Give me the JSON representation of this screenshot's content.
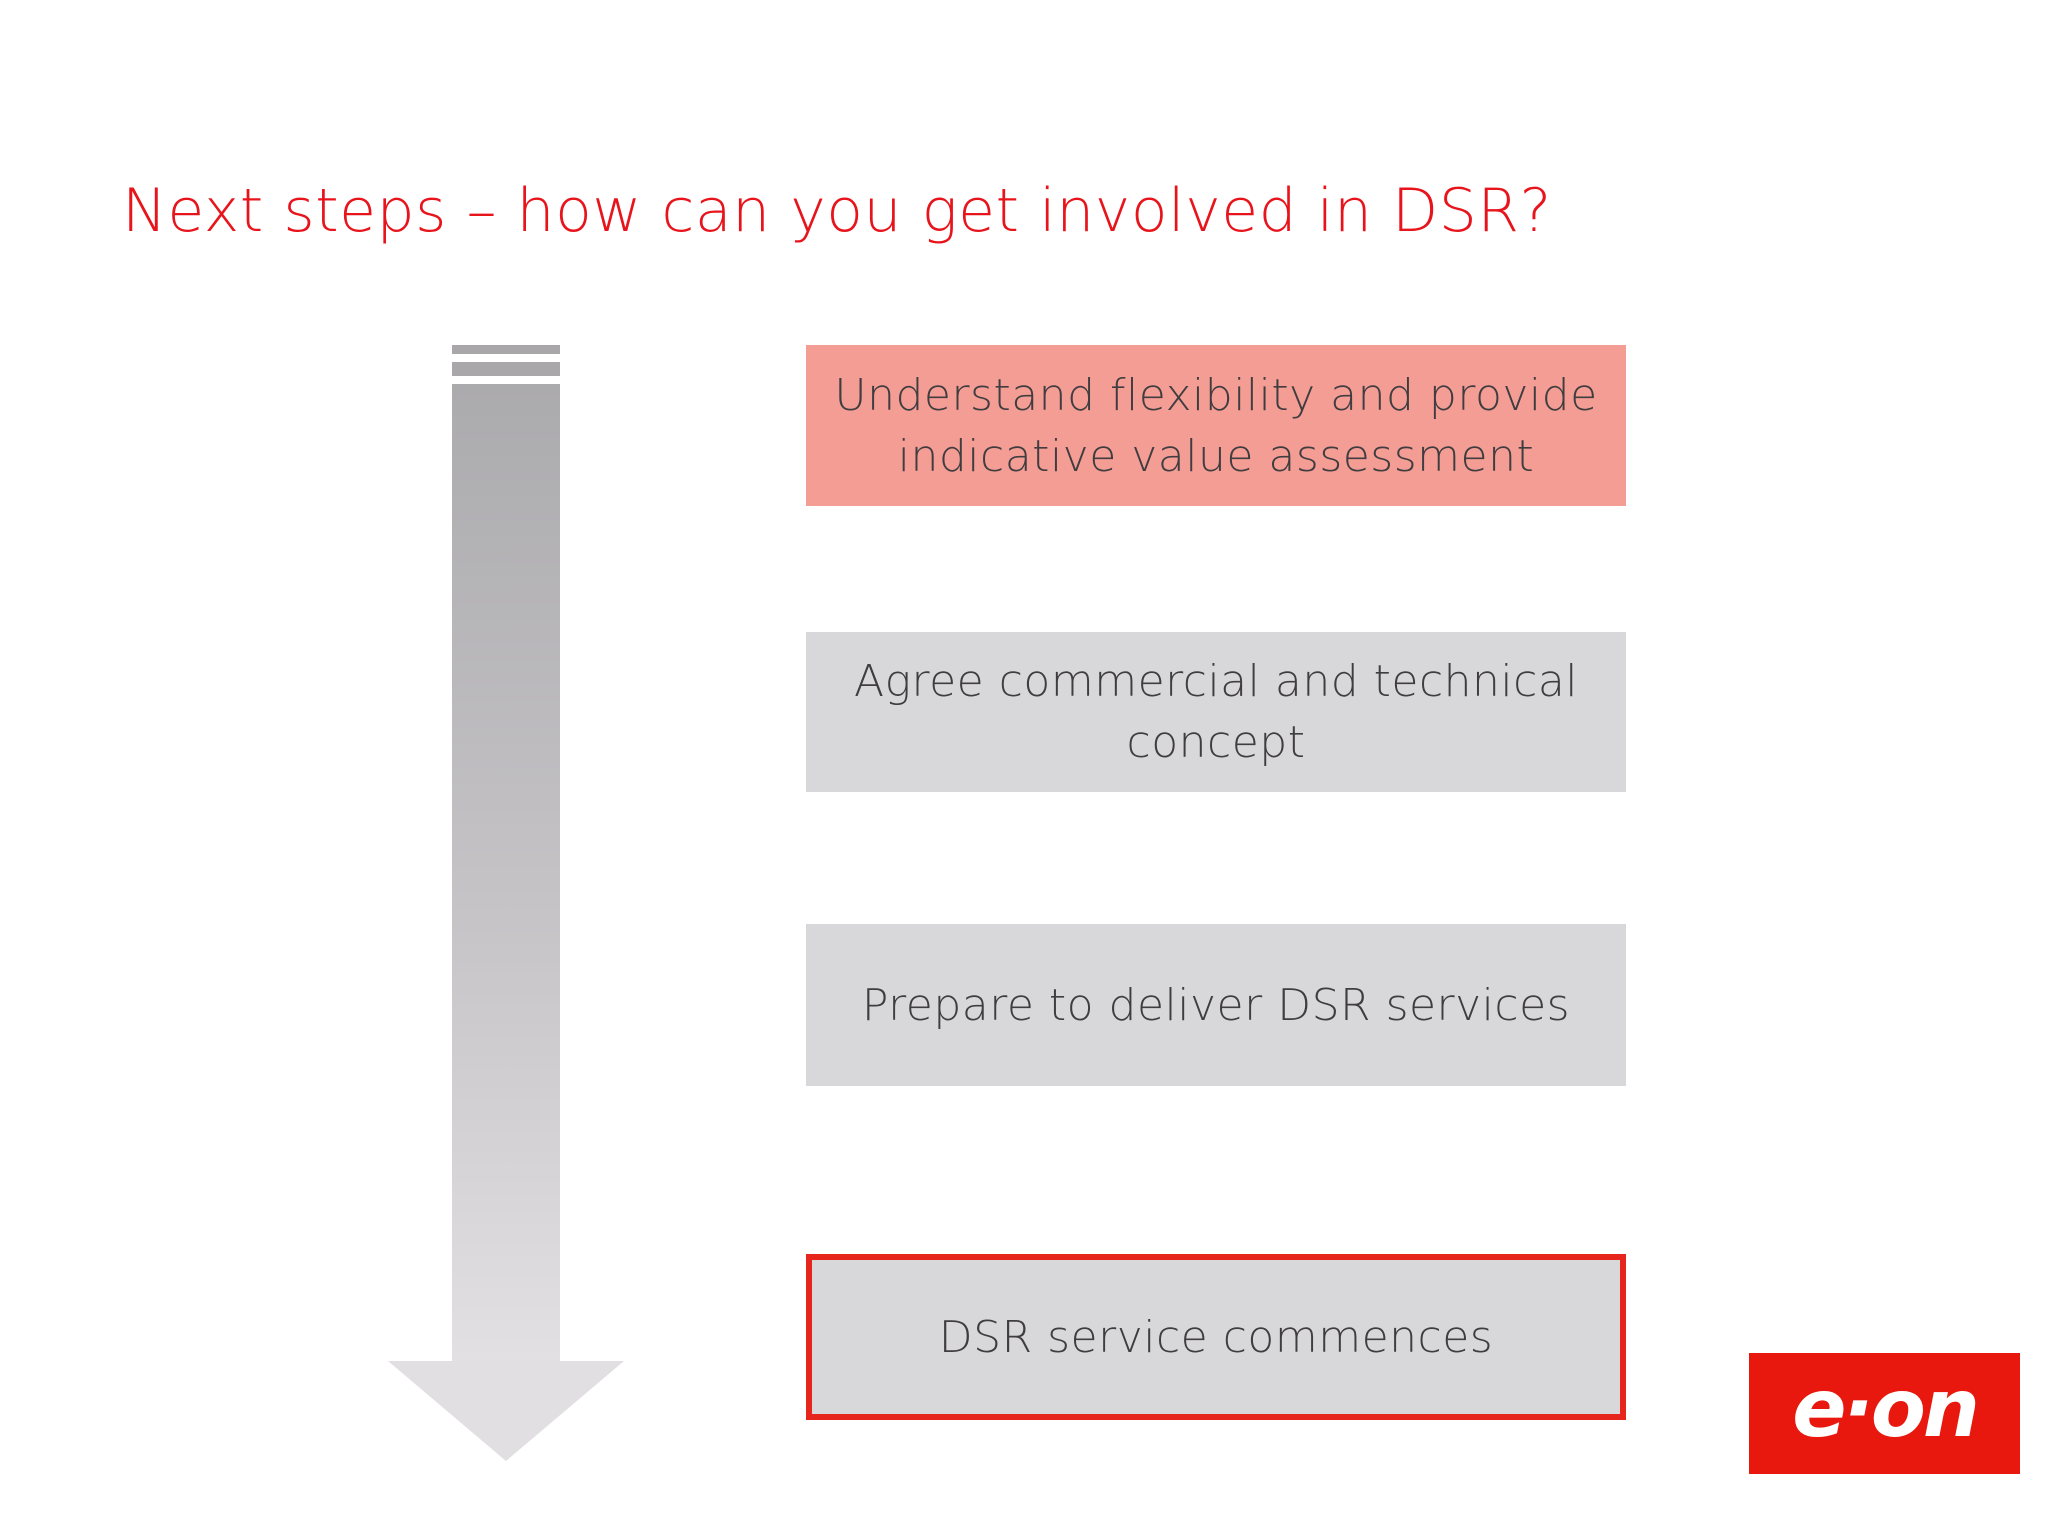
{
  "slide": {
    "title": "Next steps – how can you get involved in DSR?",
    "title_color": "#e8141c",
    "background_color": "#ffffff"
  },
  "process": {
    "arrow": {
      "icon": "down-arrow-icon",
      "direction": "down",
      "color_top": "#a9a7aa",
      "color_bottom": "#e2e0e2"
    },
    "text_color": "#3f3d40",
    "steps": [
      {
        "lines": [
          "Understand flexibility and provide",
          "indicative value assessment"
        ],
        "fill": "#f49d94",
        "highlighted": true
      },
      {
        "lines": [
          "Agree commercial and technical",
          "concept"
        ],
        "fill": "#d8d7d9",
        "highlighted": false
      },
      {
        "lines": [
          "Prepare to deliver DSR services"
        ],
        "fill": "#d8d7d9",
        "highlighted": false
      },
      {
        "lines": [
          "DSR service commences"
        ],
        "fill": "#d8d7d9",
        "highlighted": false,
        "outlined": true,
        "outline_color": "#e6261d"
      }
    ]
  },
  "logo": {
    "text": "e·on",
    "background": "#e9180e",
    "text_color": "#ffffff"
  }
}
